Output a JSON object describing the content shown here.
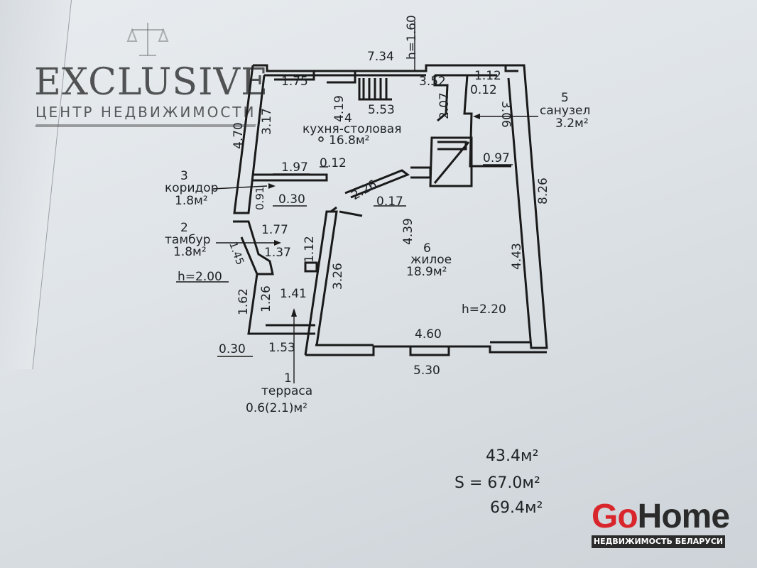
{
  "watermark": {
    "brand": "EXCLUSIVE",
    "tagline": "ЦЕНТР НЕДВИЖИМОСТИ"
  },
  "logo": {
    "go": "Go",
    "home": "Home",
    "tagline": "НЕДВИЖИМОСТЬ БЕЛАРУСИ",
    "colors": {
      "go": "#d9262c",
      "home": "#2b2b2b"
    }
  },
  "rooms": {
    "r1": {
      "num": "1",
      "name": "терраса",
      "area": "0.6(2.1)м²"
    },
    "r2": {
      "num": "2",
      "name": "тамбур",
      "area": "1.8м²"
    },
    "r3": {
      "num": "3",
      "name": "коридор",
      "area": "1.8м²"
    },
    "r4": {
      "num": "4",
      "name": "кухня-столовая",
      "area": "16.8м²"
    },
    "r5": {
      "num": "5",
      "name": "санузел",
      "area": "3.2м²"
    },
    "r6": {
      "num": "6",
      "name": "жилое",
      "area": "18.9м²"
    }
  },
  "heights": {
    "top": "h=1.60",
    "tambur": "h=2.00",
    "living": "h=2.20"
  },
  "dims": {
    "d734": "7.34",
    "d175": "1.75",
    "d352": "3.52",
    "d112a": "1.12",
    "d012a": "0.12",
    "d419": "4.19",
    "d553": "5.53",
    "d207": "2.07",
    "d306": "3.06",
    "d470": "4.70",
    "d317": "3.17",
    "d826": "8.26",
    "d197": "1.97",
    "d012b": "0.12",
    "d097": "0.97",
    "d226": "2.26",
    "d017": "0.17",
    "d091": "0.91",
    "d030a": "0.30",
    "d177": "1.77",
    "d439": "4.39",
    "d137": "1.37",
    "d112b": "1.12",
    "d145": "1.45",
    "d443": "4.43",
    "d326": "3.26",
    "d162": "1.62",
    "d126": "1.26",
    "d141": "1.41",
    "d460": "4.60",
    "d030b": "0.30",
    "d153": "1.53",
    "d530": "5.30"
  },
  "totals": {
    "living": "43.4м²",
    "total": "S = 67.0м²",
    "gross": "69.4м²"
  }
}
